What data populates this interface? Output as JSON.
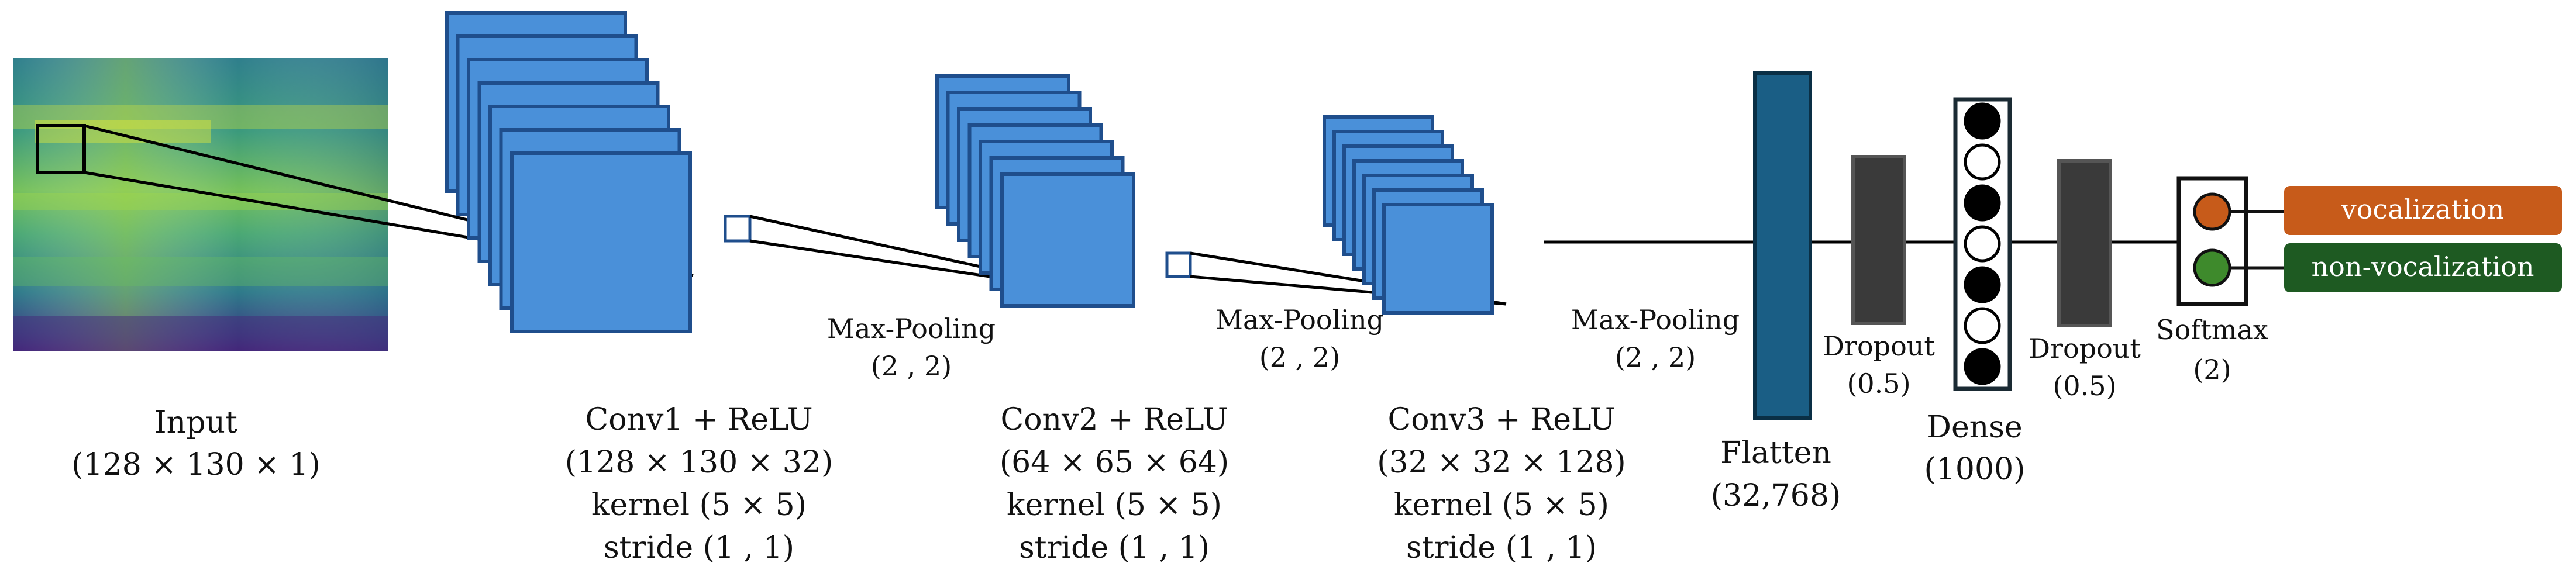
{
  "colors": {
    "conv_fill": "#4a90d9",
    "conv_stroke": "#1f4e8c",
    "flatten_fill": "#1a5e85",
    "dropout_fill": "#3a3a3a",
    "vocal_color": "#c75b1a",
    "nonvocal_color": "#1e5a22"
  },
  "input": {
    "label": "Input",
    "dims": "(128 × 130 × 1)"
  },
  "conv1": {
    "title": "Conv1 + ReLU",
    "dims": "(128 × 130 × 32)",
    "kernel": "kernel (5 × 5)",
    "stride": "stride (1 , 1)"
  },
  "pool1": {
    "title": "Max-Pooling",
    "size": "(2 , 2)"
  },
  "conv2": {
    "title": "Conv2 + ReLU",
    "dims": "(64 × 65 × 64)",
    "kernel": "kernel (5 × 5)",
    "stride": "stride (1 , 1)"
  },
  "pool2": {
    "title": "Max-Pooling",
    "size": "(2 , 2)"
  },
  "conv3": {
    "title": "Conv3 + ReLU",
    "dims": "(32 × 32 × 128)",
    "kernel": "kernel (5 × 5)",
    "stride": "stride (1 , 1)"
  },
  "pool3": {
    "title": "Max-Pooling",
    "size": "(2 , 2)"
  },
  "flatten": {
    "title": "Flatten",
    "size": "(32,768)"
  },
  "dropout1": {
    "title": "Dropout",
    "rate": "(0.5)"
  },
  "dense": {
    "title": "Dense",
    "size": "(1000)"
  },
  "dropout2": {
    "title": "Dropout",
    "rate": "(0.5)"
  },
  "softmax": {
    "title": "Softmax",
    "size": "(2)"
  },
  "outputs": {
    "vocal": "vocalization",
    "nonvocal": "non-vocalization"
  }
}
